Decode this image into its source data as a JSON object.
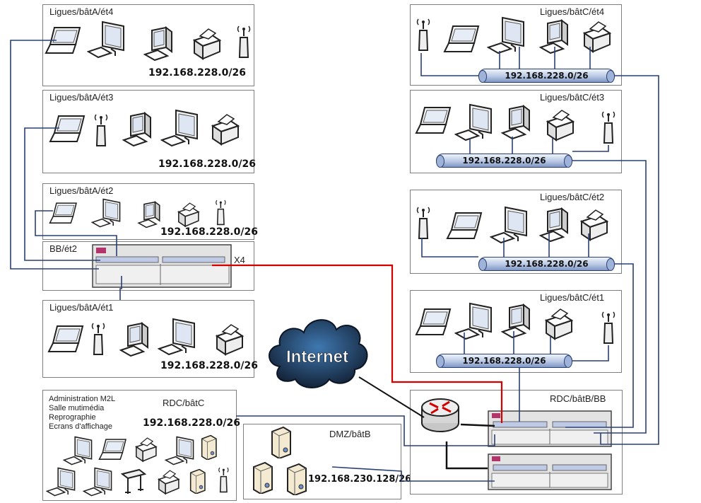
{
  "zones": {
    "a4": {
      "label": "Ligues/bâtA/ét4",
      "subnet": "192.168.228.0/26"
    },
    "a3": {
      "label": "Ligues/bâtA/ét3",
      "subnet": "192.168.228.0/26"
    },
    "a2": {
      "label": "Ligues/bâtA/ét2",
      "subnet": "192.168.228.0/26"
    },
    "bb": {
      "label": "BB/ét2",
      "multiplier": "X4"
    },
    "a1": {
      "label": "Ligues/bâtA/ét1",
      "subnet": "192.168.228.0/26"
    },
    "c4": {
      "label": "Ligues/bâtC/ét4",
      "subnet": "192.168.228.0/26"
    },
    "c3": {
      "label": "Ligues/bâtC/ét3",
      "subnet": "192.168.228.0/26"
    },
    "c2": {
      "label": "Ligues/bâtC/ét2",
      "subnet": "192.168.228.0/26"
    },
    "c1": {
      "label": "Ligues/bâtC/ét1",
      "subnet": "192.168.228.0/26"
    },
    "rdc_c": {
      "label": "RDC/bâtC",
      "subnet": "192.168.228.0/26",
      "services": [
        "Administration M2L",
        "Salle mutimédia",
        "Reprographie",
        "Ecrans d'affichage"
      ]
    },
    "dmz": {
      "label": "DMZ/bâtB",
      "subnet": "192.168.230.128/26"
    },
    "rdc_b": {
      "label": "RDC/bâtB/BB"
    }
  },
  "cloud": {
    "label": "Internet"
  },
  "colors": {
    "link": "#2a3f73",
    "wan_link": "#d40000",
    "cloud_dark": "#14243a",
    "cloud_light": "#3f78b0",
    "bus": "#9fb3d9",
    "border": "#7f7f7f"
  },
  "icons": [
    "laptop-icon",
    "monitor-icon",
    "desktop-tower-icon",
    "printer-icon",
    "wifi-access-point-icon",
    "server-icon",
    "plotter-icon",
    "router-icon",
    "switch-icon",
    "cloud-icon"
  ]
}
